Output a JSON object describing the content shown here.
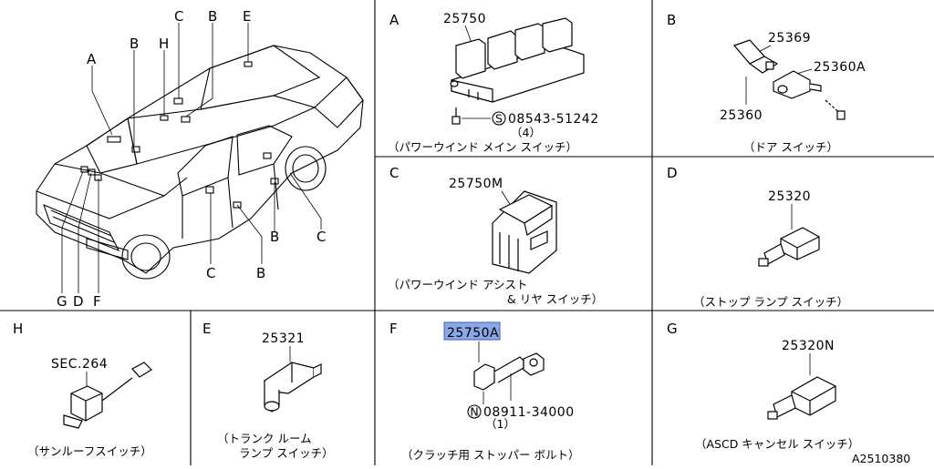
{
  "overview": {
    "callouts": {
      "a": "A",
      "b1": "B",
      "h": "H",
      "c_top": "C",
      "b2": "B",
      "e": "E",
      "g": "G",
      "d": "D",
      "f": "F",
      "c_mid": "C",
      "b3": "B",
      "b4": "B",
      "c_right": "C"
    }
  },
  "panels": {
    "A": {
      "letter": "A",
      "part_number": "25750",
      "fastener_symbol": "S",
      "fastener_number": "08543-51242",
      "quantity": "（4）",
      "caption": "（パワーウインド メイン スイッチ）"
    },
    "B": {
      "letter": "B",
      "part_1": "25369",
      "part_2": "25360A",
      "part_3": "25360",
      "caption": "（ドア スイッチ）"
    },
    "C": {
      "letter": "C",
      "part_number": "25750M",
      "caption_line1": "（パワーウインド アシスト",
      "caption_line2": "& リヤ スイッチ）"
    },
    "D": {
      "letter": "D",
      "part_number": "25320",
      "caption": "（ストップ ランプ スイッチ）"
    },
    "H": {
      "letter": "H",
      "reference": "SEC.264",
      "caption": "（サンルーフスイッチ）"
    },
    "E": {
      "letter": "E",
      "part_number": "25321",
      "caption_line1": "（トランク ルーム",
      "caption_line2": "ランプ スイッチ）"
    },
    "F": {
      "letter": "F",
      "part_number": "25750A",
      "fastener_symbol": "N",
      "fastener_number": "08911-34000",
      "quantity": "（1）",
      "caption": "（クラッチ用 ストッパー ボルト）"
    },
    "G": {
      "letter": "G",
      "part_number": "25320N",
      "caption": "（ASCD キャンセル スイッチ）"
    }
  },
  "diagram_id": "A2510380",
  "colors": {
    "highlight": "#8aa7e6",
    "highlight_border": "#3a5fc4",
    "line": "#000000",
    "background": "#ffffff"
  }
}
